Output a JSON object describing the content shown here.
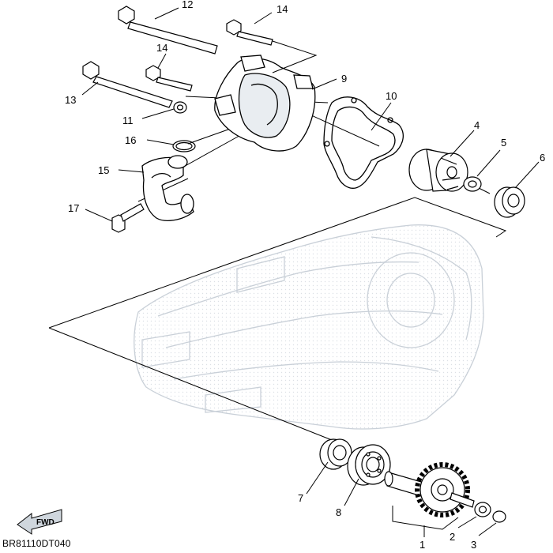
{
  "diagram": {
    "reference_code": "BR81110DT040",
    "fwd_label": "FWD",
    "callouts": [
      "1",
      "2",
      "3",
      "4",
      "5",
      "6",
      "7",
      "8",
      "9",
      "10",
      "11",
      "12",
      "13",
      "14",
      "14",
      "15",
      "16",
      "17"
    ]
  }
}
